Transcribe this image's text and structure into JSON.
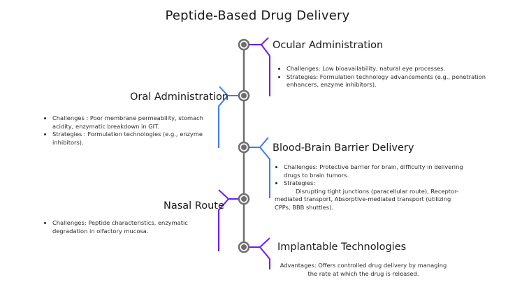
{
  "title": "Peptide-Based Drug Delivery",
  "colors": {
    "purple": "#6a1bff",
    "blue": "#3d7cf5",
    "spine": "#6e6e6e"
  },
  "nodes": [
    {
      "heading": "Ocular Administration",
      "side": "right",
      "color": "purple",
      "bullets": [
        "Challenges: Low bioavailability, natural eye processes.",
        "Strategies: Formulation technology advancements (e.g., penetration enhancers, enzyme inhibitors)."
      ]
    },
    {
      "heading": "Oral Administration",
      "side": "left",
      "color": "blue",
      "bullets": [
        "Challenges : Poor membrane permeability, stomach acidity, enzymatic breakdown in GIT.",
        "Strategies : Formulation technologies (e.g., enzyme inhibitors)."
      ]
    },
    {
      "heading": "Blood-Brain Barrier Delivery",
      "side": "right",
      "color": "blue",
      "bullets": [
        "Challenges: Protective barrier for brain, difficulty in delivering drugs to brain tumors.",
        "Strategies:"
      ],
      "continuation": "Disrupting tight junctions (paracellular route), Receptor-mediated transport, Absorptive-mediated transport (utilizing CPPs, BBB shuttles)."
    },
    {
      "heading": "Nasal Route",
      "side": "left",
      "color": "purple",
      "bullets": [
        "Challenges: Peptide characteristics, enzymatic degradation in olfactory mucosa."
      ]
    },
    {
      "heading": "Implantable Technologies",
      "side": "right",
      "color": "purple",
      "text": "Advantages: Offers controlled drug delivery by managing the rate at which the drug is released."
    }
  ]
}
